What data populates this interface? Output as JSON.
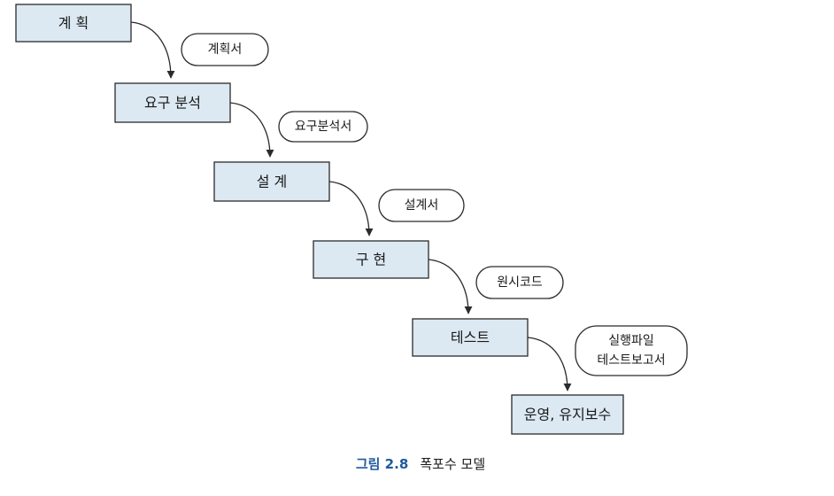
{
  "stages": [
    {
      "label": "계 획"
    },
    {
      "label": "요구 분석"
    },
    {
      "label": "설 계"
    },
    {
      "label": "구 현"
    },
    {
      "label": "테스트"
    },
    {
      "label": "운영, 유지보수"
    }
  ],
  "documents": [
    {
      "lines": [
        "계획서"
      ]
    },
    {
      "lines": [
        "요구분석서"
      ]
    },
    {
      "lines": [
        "설계서"
      ]
    },
    {
      "lines": [
        "원시코드"
      ]
    },
    {
      "lines": [
        "실행파일",
        "테스트보고서"
      ]
    }
  ],
  "caption": {
    "number": "그림 2.8",
    "title": "폭포수 모델"
  },
  "colors": {
    "stage_fill": "#dce9f3",
    "stroke": "#2b2b2b",
    "caption_accent": "#1f5a9c"
  }
}
